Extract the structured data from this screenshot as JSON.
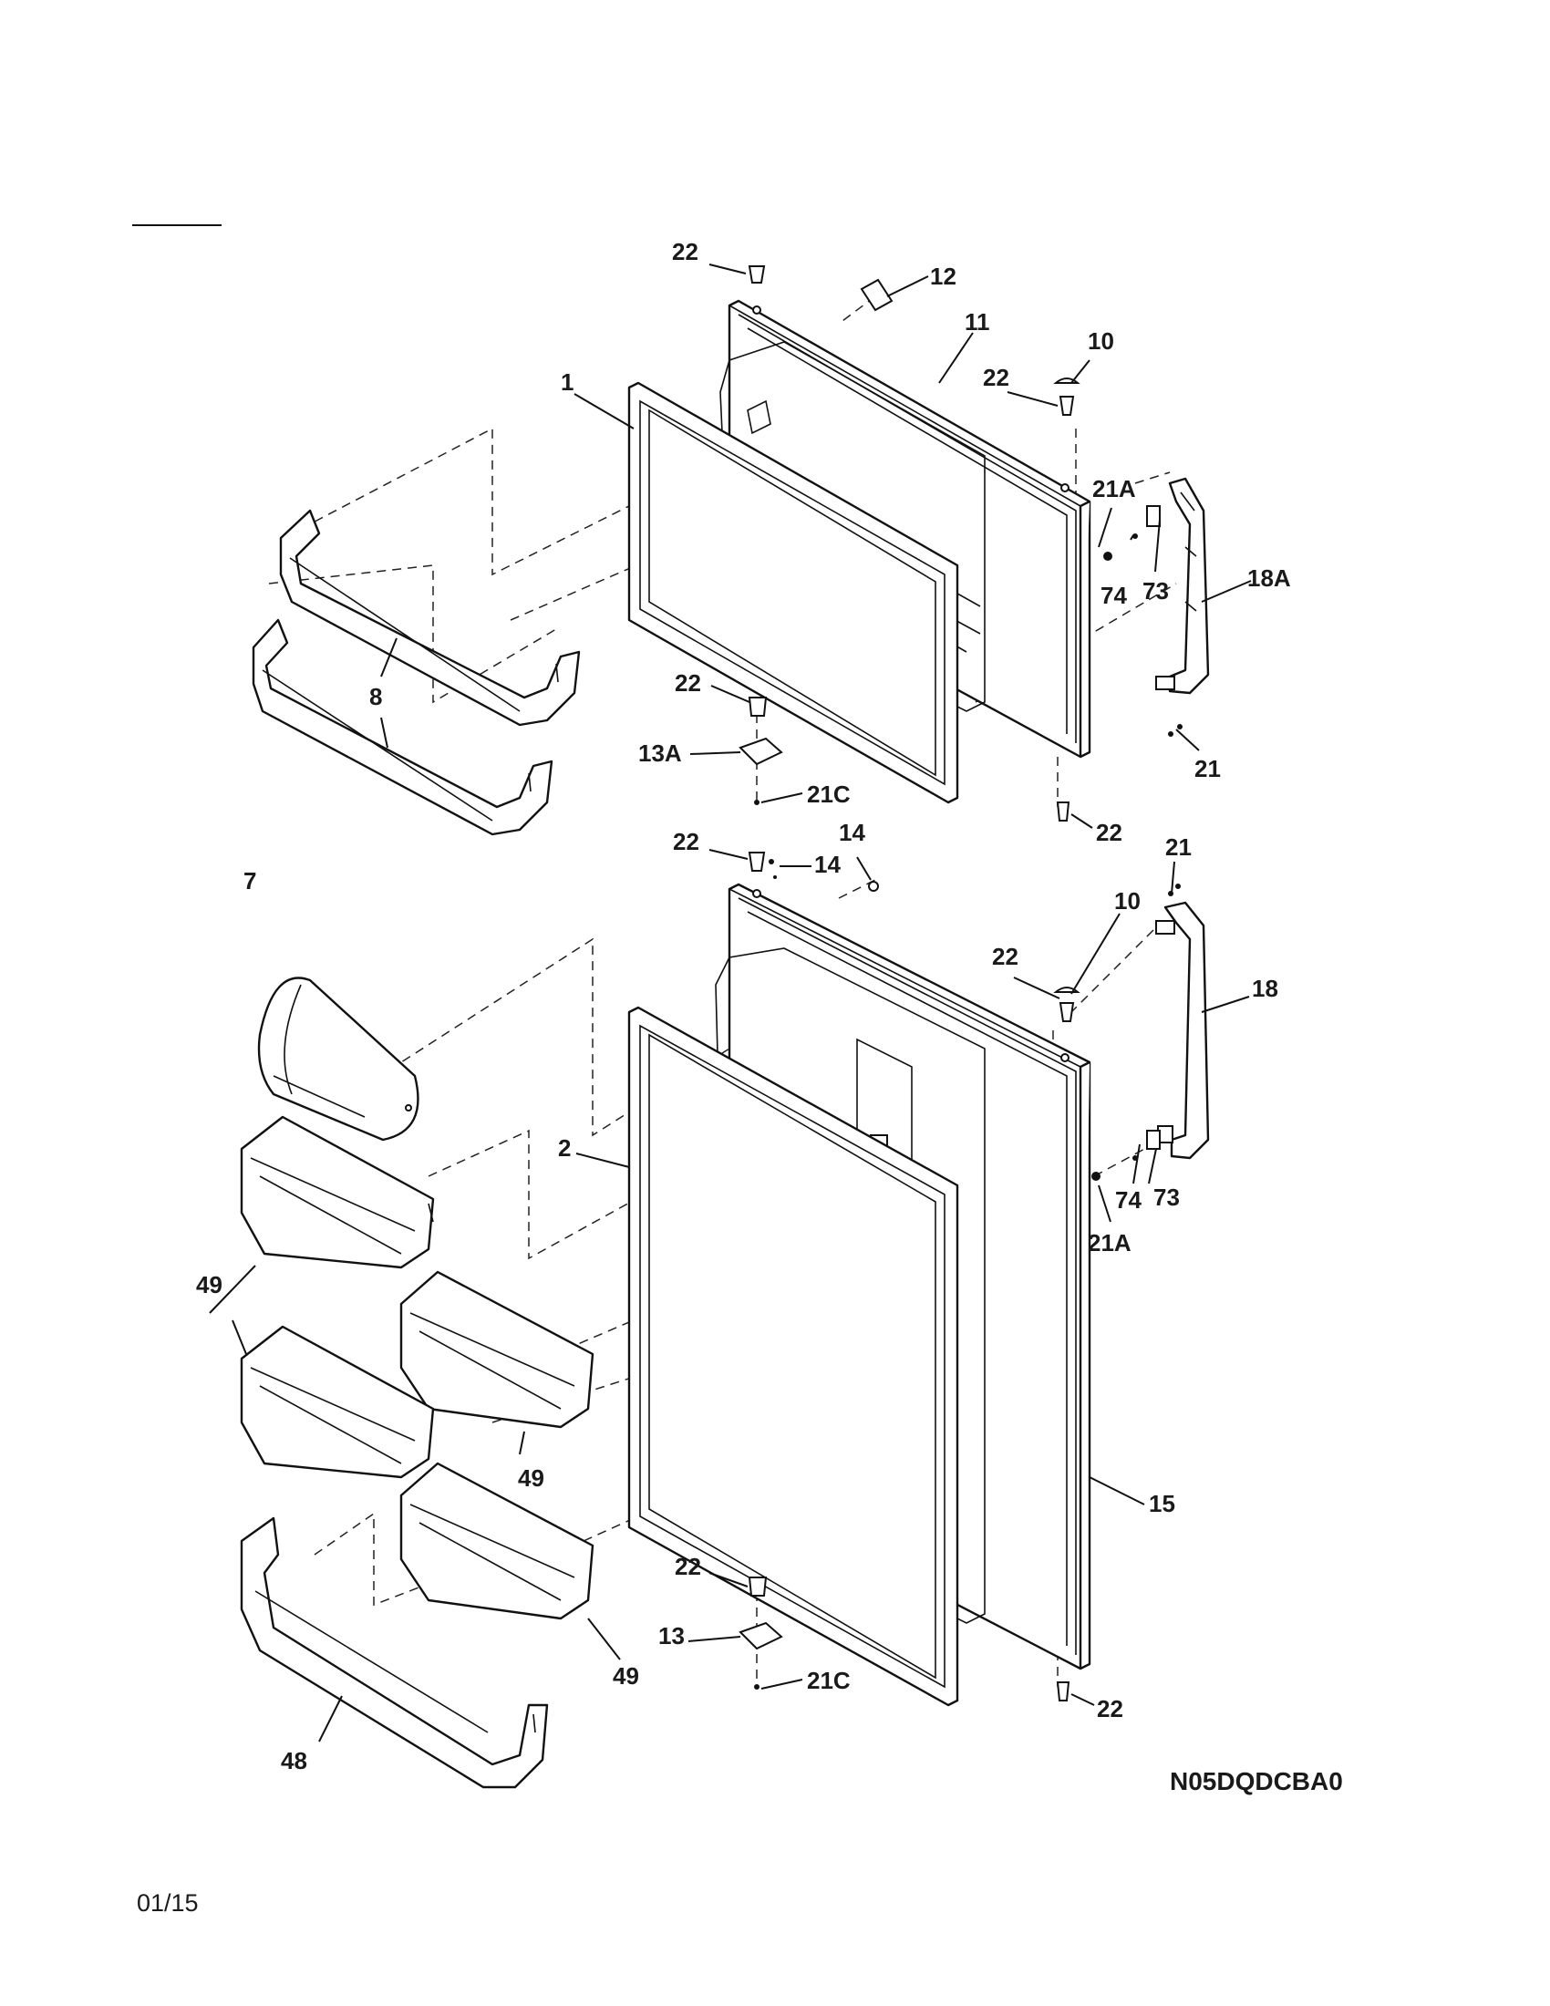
{
  "diagram": {
    "code": "N05DQDCBA0",
    "page": "01/15",
    "labels": {
      "l22a": "22",
      "l12": "12",
      "l11": "11",
      "l10a": "10",
      "l22b": "22",
      "l1": "1",
      "l21Aa": "21A",
      "l74a": "74",
      "l73a": "73",
      "l18A": "18A",
      "l8": "8",
      "l22c": "22",
      "l13A": "13A",
      "l21Ca": "21C",
      "l21a": "21",
      "l22d": "22",
      "l22e": "22",
      "l14a": "14",
      "l14b": "14",
      "l21b": "21",
      "l7": "7",
      "l10b": "10",
      "l22f": "22",
      "l18": "18",
      "l2": "2",
      "l74b": "74",
      "l73b": "73",
      "l21Ab": "21A",
      "l49a": "49",
      "l49b": "49",
      "l15": "15",
      "l22g": "22",
      "l13": "13",
      "l49c": "49",
      "l21Cb": "21C",
      "l22h": "22",
      "l48": "48"
    }
  }
}
